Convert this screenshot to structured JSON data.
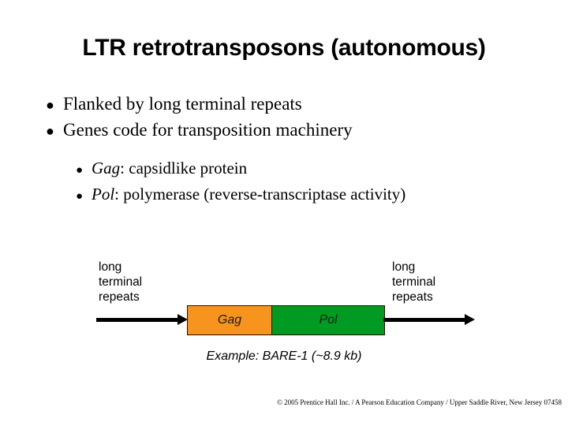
{
  "slide": {
    "title": "LTR retrotransposons (autonomous)",
    "bullets": [
      {
        "marker": "●",
        "text": "Flanked by long terminal repeats"
      },
      {
        "marker": "●",
        "text": "Genes code for transposition machinery"
      }
    ],
    "subbullets": [
      {
        "marker": "●",
        "gene": "Gag",
        "text": ": capsidlike protein"
      },
      {
        "marker": "●",
        "gene": "Pol",
        "text": ": polymerase (reverse-transcriptase activity)"
      }
    ],
    "diagram": {
      "left_label": "long\nterminal\nrepeats",
      "right_label": "long\nterminal\nrepeats",
      "genes": [
        {
          "label": "Gag",
          "color": "#F7941E"
        },
        {
          "label": "Pol",
          "color": "#019A22"
        }
      ],
      "arrow_color": "#000000",
      "border_color": "#2B0B00",
      "caption": "Example: BARE-1 (~8.9 kb)"
    },
    "copyright": "© 2005 Prentice Hall Inc. / A Pearson Education Company / Upper Saddle River, New Jersey 07458"
  }
}
